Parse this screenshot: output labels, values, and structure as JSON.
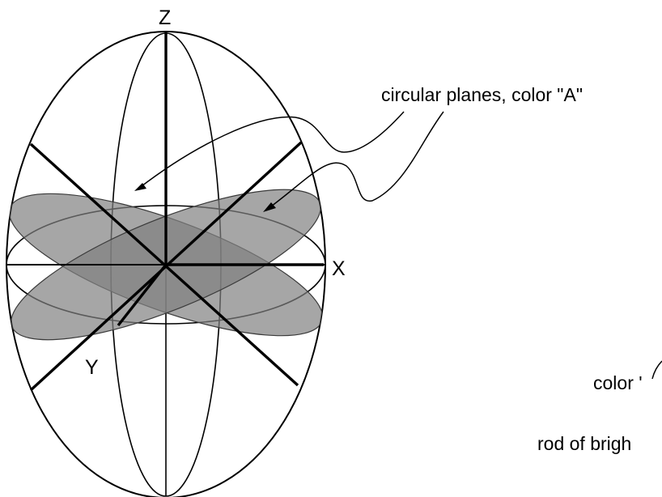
{
  "labels": {
    "axis_z": "Z",
    "axis_x": "X",
    "axis_y": "Y",
    "planes_callout": "circular planes, color \"A\"",
    "color_partial": "color '",
    "rod_partial": "rod of brigh"
  },
  "colors": {
    "plane_fill": "#808080",
    "stroke": "#000000",
    "background": "#ffffff"
  }
}
